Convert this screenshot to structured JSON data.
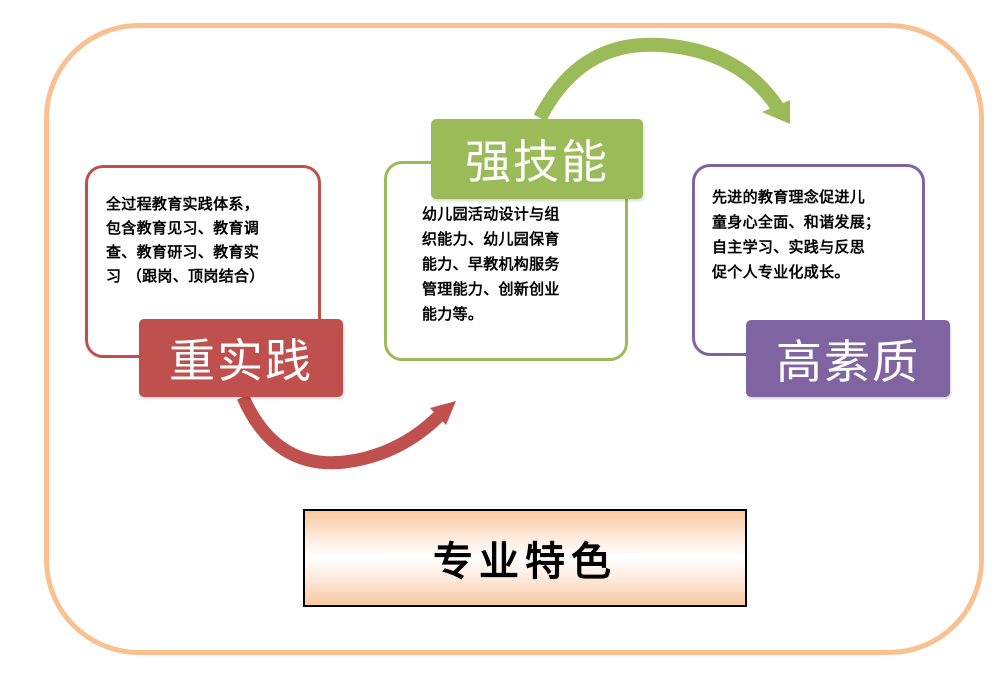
{
  "diagram": {
    "title": "专业特色",
    "colors": {
      "frame": "#fac090",
      "practice": "#c0504d",
      "skill": "#9bbb59",
      "quality": "#8064a2",
      "title_border": "#000000"
    },
    "sections": [
      {
        "id": "practice",
        "label": "重实践",
        "description": "全过程教育实践体系，\n包含教育见习、教育调\n查、教育研习、教育实\n习 （跟岗、顶岗结合）"
      },
      {
        "id": "skill",
        "label": "强技能",
        "description": "幼儿园活动设计与组\n织能力、幼儿园保育\n能力、早教机构服务\n管理能力、创新创业\n能力等。"
      },
      {
        "id": "quality",
        "label": "高素质",
        "description": "先进的教育理念促进儿\n童身心全面、和谐发展；\n自主学习、实践与反思\n促个人专业化成长。"
      }
    ],
    "arrows": [
      {
        "from": "practice",
        "to": "skill",
        "color": "#c0504d",
        "icon": "curved-arrow-up-right"
      },
      {
        "from": "skill",
        "to": "quality",
        "color": "#9bbb59",
        "icon": "curved-arrow-down-right"
      }
    ]
  }
}
